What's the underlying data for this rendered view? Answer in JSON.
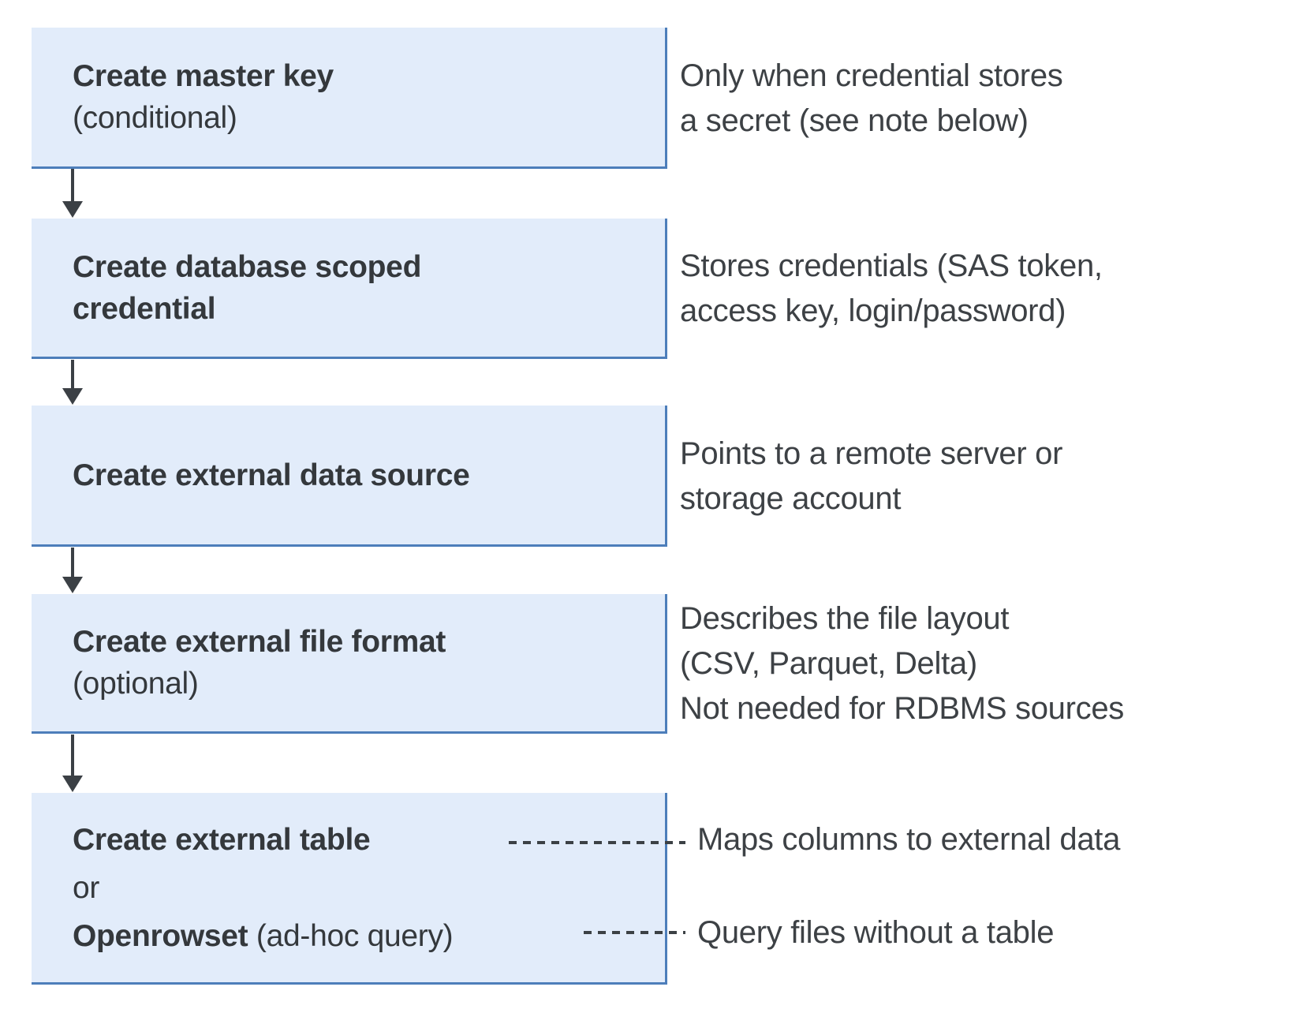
{
  "colors": {
    "box_fill": "#e2ecfa",
    "box_border": "#4d7eba",
    "title_text": "#34383c",
    "note_text": "#3d4145",
    "arrow": "#3b4045",
    "background": "#ffffff"
  },
  "steps": [
    {
      "box_lines": [
        {
          "bold": "Create master key",
          "regular": ""
        },
        {
          "bold": "",
          "regular": "(conditional)"
        }
      ],
      "note_lines": [
        "Only when credential stores",
        "a secret (see note below)"
      ]
    },
    {
      "box_lines": [
        {
          "bold": "Create database scoped",
          "regular": ""
        },
        {
          "bold": "credential",
          "regular": ""
        }
      ],
      "note_lines": [
        "Stores credentials (SAS token,",
        "access key, login/password)"
      ]
    },
    {
      "box_lines": [
        {
          "bold": "Create external data source",
          "regular": ""
        }
      ],
      "note_lines": [
        "Points to a remote server or",
        "storage account"
      ]
    },
    {
      "box_lines": [
        {
          "bold": "Create external file format",
          "regular": ""
        },
        {
          "bold": "",
          "regular": "(optional)"
        }
      ],
      "note_lines": [
        "Describes the file layout",
        "(CSV, Parquet, Delta)",
        "Not needed for RDBMS sources"
      ]
    },
    {
      "box_lines": [
        {
          "bold": "Create external table",
          "regular": ""
        },
        {
          "bold": "",
          "regular": "or"
        },
        {
          "bold": "Openrowset",
          "regular": " (ad-hoc query)"
        }
      ],
      "annotations": [
        "Maps columns to external data",
        "Query files without a table"
      ]
    }
  ]
}
